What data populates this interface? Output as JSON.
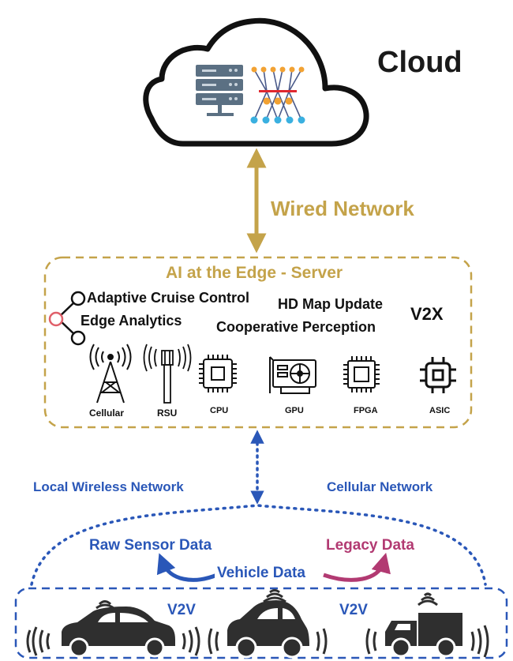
{
  "cloud": {
    "title": "Cloud"
  },
  "wired_network": "Wired Network",
  "edge": {
    "title": "AI at the Edge - Server",
    "apps": {
      "acc": "Adaptive Cruise Control",
      "analytics": "Edge Analytics",
      "hd_map": "HD Map Update",
      "coop": "Cooperative Perception"
    },
    "v2x": "V2X",
    "hardware": [
      "Cellular",
      "RSU",
      "CPU",
      "GPU",
      "FPGA",
      "ASIC"
    ]
  },
  "networks": {
    "local_wireless": "Local Wireless Network",
    "cellular": "Cellular Network"
  },
  "vehicle_data": {
    "raw": "Raw Sensor Data",
    "legacy": "Legacy Data",
    "center": "Vehicle Data"
  },
  "v2v_label": "V2V",
  "colors": {
    "gold": "#c4a34a",
    "blue": "#2a57b8",
    "pink": "#b23a72",
    "dark": "#2f2f2f"
  },
  "icons": [
    "cloud-icon",
    "server-rack-icon",
    "neural-network-icon",
    "share-icon",
    "cell-tower-icon",
    "rsu-icon",
    "cpu-icon",
    "gpu-icon",
    "fpga-icon",
    "asic-icon",
    "car-icon",
    "wifi-icon"
  ]
}
